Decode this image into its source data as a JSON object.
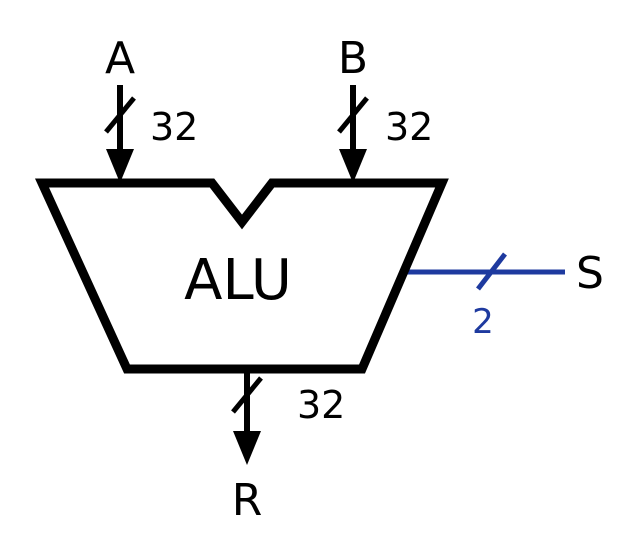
{
  "diagram": {
    "title": "ALU",
    "inputs": [
      {
        "label": "A",
        "width": "32"
      },
      {
        "label": "B",
        "width": "32"
      }
    ],
    "control": {
      "label": "S",
      "width": "2"
    },
    "output": {
      "label": "R",
      "width": "32"
    },
    "colors": {
      "wire": "#000000",
      "control": "#1e3a9f",
      "background": "#ffffff"
    }
  }
}
